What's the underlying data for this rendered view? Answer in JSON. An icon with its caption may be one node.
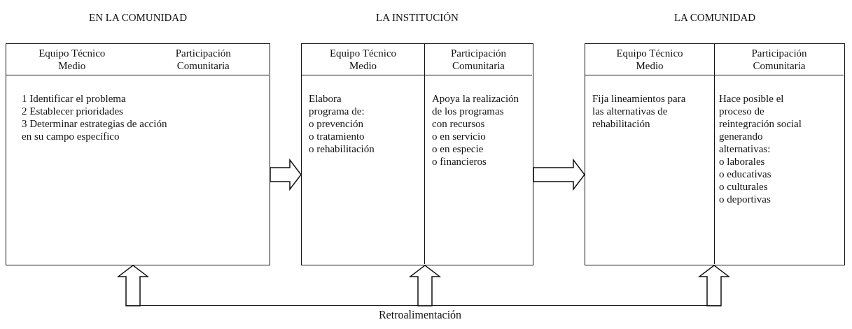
{
  "diagram": {
    "nodes": [
      {
        "text": [
          "EN LA COMUNIDAD"
        ]
      },
      {
        "text": [
          "Equipo Técnico Medio",
          "Participación Comunitaria"
        ],
        "in": 0
      },
      {
        "text": [
          "1 Identificar el problema",
          "2 Establecer prioridades",
          "3 Determinar estrategias de acción en su campo específico"
        ],
        "in": 0
      },
      {
        "text": [
          "LA INSTITUCIÓN"
        ]
      },
      {
        "text": [
          "Equipo Técnico Medio"
        ],
        "in": 3
      },
      {
        "text": [
          "Participación Comunitaria"
        ],
        "in": 3
      },
      {
        "text": [
          "Elabora programa de:",
          "o prevención",
          "o tratamiento",
          "o rehabilitación"
        ],
        "in": 3
      },
      {
        "text": [
          "Apoya la realización de los programas con recursos",
          "o en servicio",
          "o en especie",
          "o financieros"
        ],
        "in": 3
      },
      {
        "text": [
          "LA COMUNIDAD"
        ]
      },
      {
        "text": [
          "Equipo Técnico Medio"
        ],
        "in": 8
      },
      {
        "text": [
          "Participación Comunitaria"
        ],
        "in": 8
      },
      {
        "text": [
          "Fija lineamientos para las alternativas de rehabilitación"
        ],
        "in": 8
      },
      {
        "text": [
          "Hace posible el proceso de reintegración social generando alternativas:",
          "o laborales",
          "o educativas",
          "o culturales",
          "o deportivas"
        ],
        "in": 8
      },
      {
        "text": [
          "Retroalimentación"
        ]
      }
    ],
    "edges": [
      {
        "from": 0,
        "to": 3,
        "arrow": "to",
        "style": "thick"
      },
      {
        "from": 3,
        "to": 8,
        "arrow": "to",
        "style": "thick"
      },
      {
        "from": 13,
        "to": 0,
        "arrow": "to",
        "style": "thick"
      },
      {
        "from": 13,
        "to": 3,
        "arrow": "to",
        "style": "thick"
      },
      {
        "from": 13,
        "to": 8,
        "arrow": "to",
        "style": "thick"
      }
    ]
  }
}
